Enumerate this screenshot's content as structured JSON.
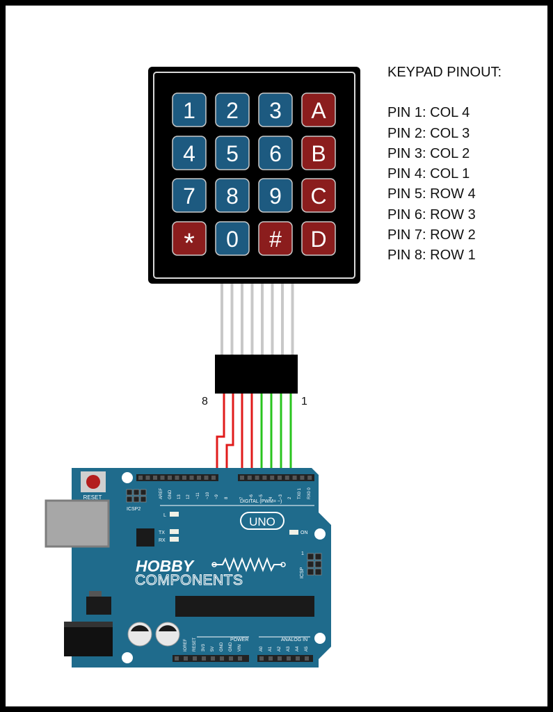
{
  "pinout": {
    "title": "KEYPAD PINOUT:",
    "pins": [
      "PIN 1: COL 4",
      "PIN 2: COL 3",
      "PIN 3: COL 2",
      "PIN 4: COL 1",
      "PIN 5: ROW 4",
      "PIN 6: ROW 3",
      "PIN 7: ROW 2",
      "PIN 8: ROW 1"
    ]
  },
  "keypad": {
    "keys": [
      "1",
      "2",
      "3",
      "A",
      "4",
      "5",
      "6",
      "B",
      "7",
      "8",
      "9",
      "C",
      "*",
      "0",
      "#",
      "D"
    ],
    "colors": {
      "number": "#1d5a80",
      "letter": "#8b1d1d",
      "frame": "#000000"
    }
  },
  "connector": {
    "left_label": "8",
    "right_label": "1",
    "wire_colors": {
      "rows": "#e01b1b",
      "cols": "#29c41e",
      "ribbon": "#c8c8c8"
    }
  },
  "board": {
    "color": "#1d6a8a",
    "reset_label": "RESET",
    "icsp2_label": "ICSP2",
    "icsp_label": "ICSP",
    "digital_label": "DIGITAL (PWM= ~)",
    "uno_label": "UNO",
    "on_label": "ON",
    "l_label": "L",
    "tx_label": "TX",
    "rx_label": "RX",
    "brand_top": "HOBBY",
    "brand_bottom": "COMPONENTS",
    "power_label": "POWER",
    "analog_label": "ANALOG IN",
    "top_pins": [
      "AREF",
      "GND",
      "13",
      "12",
      "~11",
      "~10",
      "~9",
      "8",
      "7",
      "~6",
      "~5",
      "4",
      "~3",
      "2",
      "TX0 1",
      "RX0 0"
    ],
    "power_pins": [
      "IOREF",
      "RESET",
      "3V3",
      "5V",
      "GND",
      "GND",
      "VIN"
    ],
    "analog_pins": [
      "A0",
      "A1",
      "A2",
      "A3",
      "A4",
      "A5"
    ],
    "icsp_pin1": "1"
  }
}
